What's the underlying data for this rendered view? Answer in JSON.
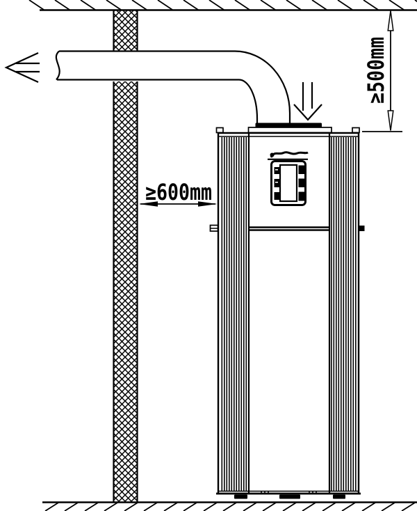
{
  "diagram": {
    "kind": "heat-pump-water-heater-installation-clearance",
    "labels": {
      "ceiling_clearance": "≥500mm",
      "wall_clearance": "≥600mm"
    },
    "colors": {
      "line": "#000000",
      "background": "#ffffff"
    },
    "icons": {
      "airflow_out": "open-arrow-left",
      "airflow_in": "open-arrow-down",
      "brand": "brand-logo-script"
    }
  }
}
